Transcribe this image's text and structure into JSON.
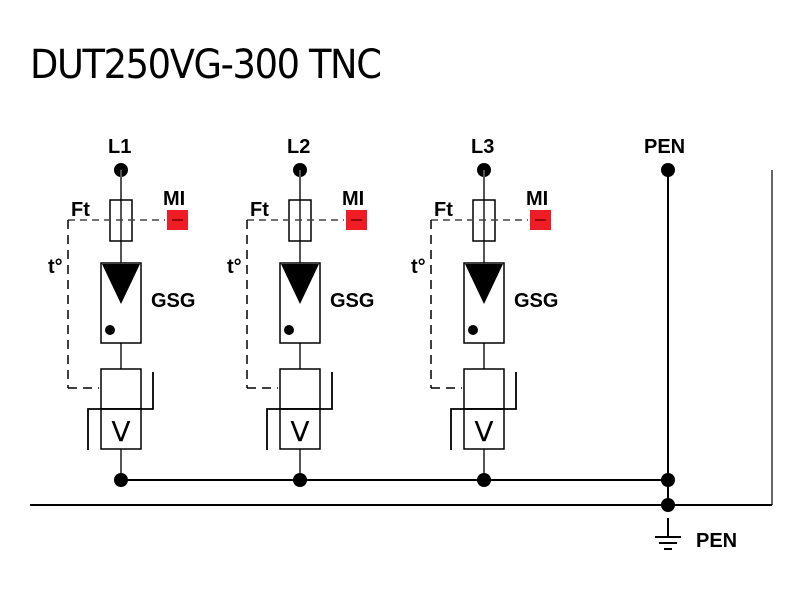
{
  "title": "DUT250VG-300 TNC",
  "colors": {
    "line": "#000000",
    "wire_gray": "#555555",
    "indicator_red": "#ee1c25",
    "indicator_dash": "#7a0000"
  },
  "phases": [
    {
      "id": "L1",
      "label": "L1",
      "fuse_label": "Ft",
      "indicator_label": "MI",
      "thermal_label": "t°",
      "gsg_label": "GSG",
      "varistor_label": "V"
    },
    {
      "id": "L2",
      "label": "L2",
      "fuse_label": "Ft",
      "indicator_label": "MI",
      "thermal_label": "t°",
      "gsg_label": "GSG",
      "varistor_label": "V"
    },
    {
      "id": "L3",
      "label": "L3",
      "fuse_label": "Ft",
      "indicator_label": "MI",
      "thermal_label": "t°",
      "gsg_label": "GSG",
      "varistor_label": "V"
    }
  ],
  "pen_top_label": "PEN",
  "ground_label": "PEN"
}
